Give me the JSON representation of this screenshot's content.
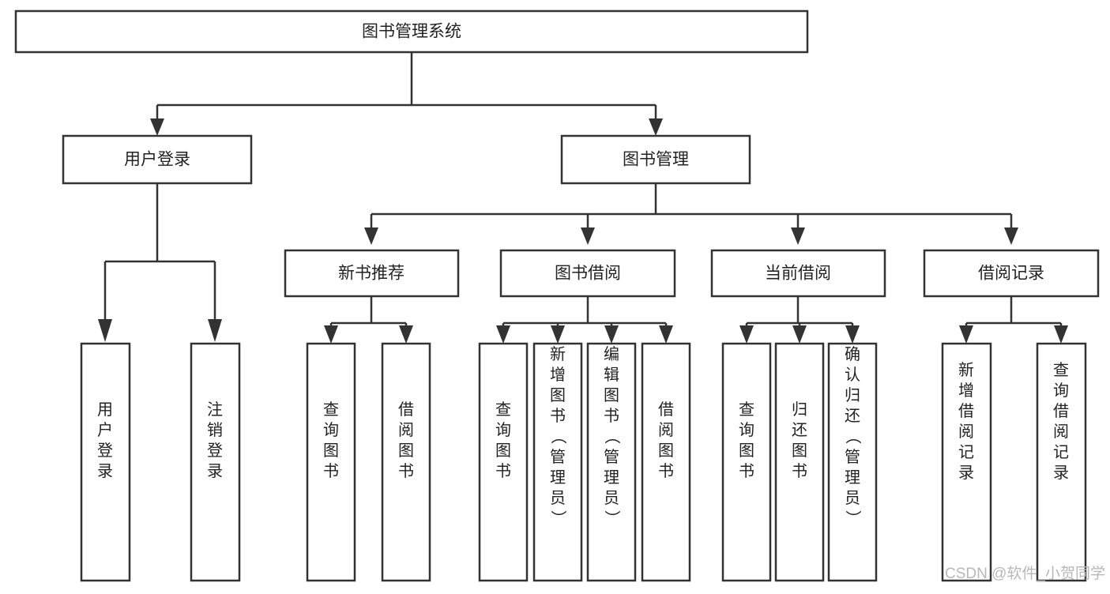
{
  "diagram": {
    "title_node": {
      "label": "图书管理系统"
    },
    "level2": [
      {
        "label": "用户登录"
      },
      {
        "label": "图书管理"
      }
    ],
    "level3": [
      {
        "label": "新书推荐"
      },
      {
        "label": "图书借阅"
      },
      {
        "label": "当前借阅"
      },
      {
        "label": "借阅记录"
      }
    ],
    "leaves": {
      "user_login": [
        {
          "label": "用户登录"
        },
        {
          "label": "注销登录"
        }
      ],
      "new_book": [
        {
          "label": "查询图书"
        },
        {
          "label": "借阅图书"
        }
      ],
      "book_borrow": [
        {
          "label": "查询图书"
        },
        {
          "label": "新增图书（管理员）"
        },
        {
          "label": "编辑图书（管理员）"
        },
        {
          "label": "借阅图书"
        }
      ],
      "current_borrow": [
        {
          "label": "查询图书"
        },
        {
          "label": "归还图书"
        },
        {
          "label": "确认归还（管理员）"
        }
      ],
      "borrow_record": [
        {
          "label": "新增借阅记录"
        },
        {
          "label": "查询借阅记录"
        }
      ]
    }
  },
  "watermark": {
    "text": "CSDN @软件_小贺同学"
  },
  "colors": {
    "box_stroke": "#333333",
    "box_fill": "#ffffff",
    "text": "#222222",
    "watermark": "#b8b8b8"
  }
}
